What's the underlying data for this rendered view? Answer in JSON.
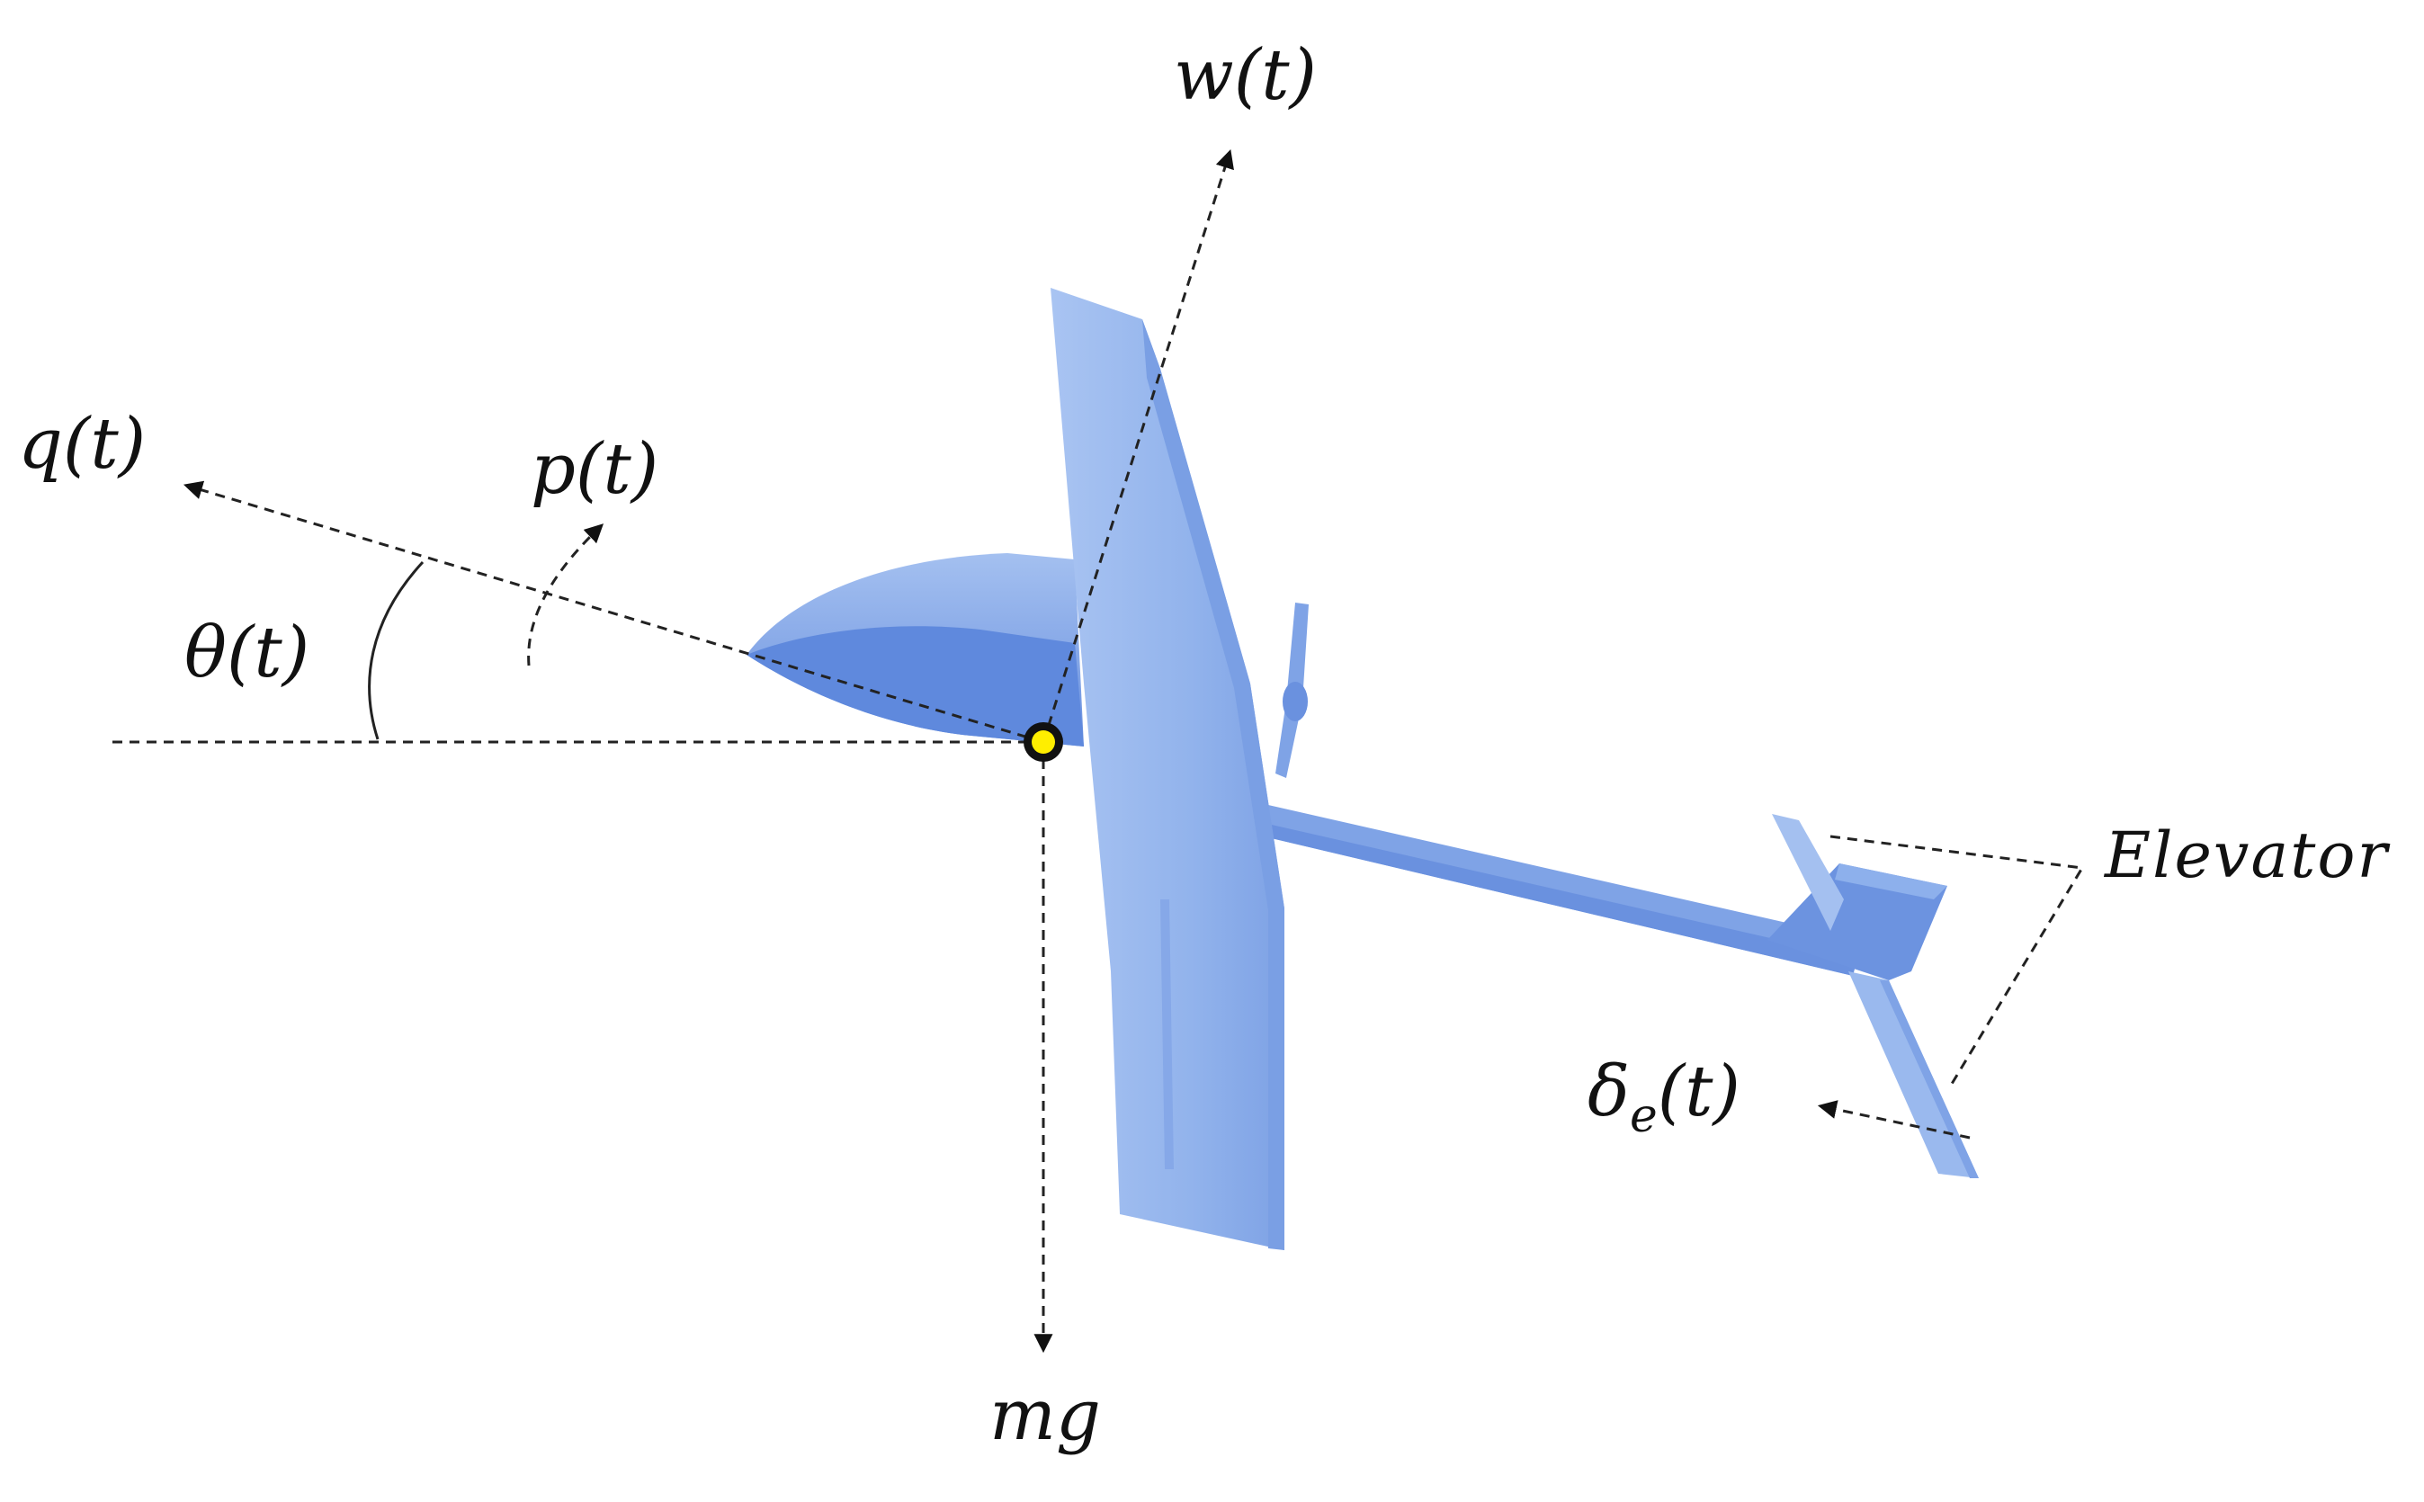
{
  "labels": {
    "w": "w(t)",
    "q": "q(t)",
    "p": "p(t)",
    "theta": "θ(t)",
    "mg": "mg",
    "elevator": "Elevator",
    "delta_main": "δ",
    "delta_sub": "e",
    "delta_rest": "(t)"
  },
  "colors": {
    "aircraft_light": "#9ab9ee",
    "aircraft_mid": "#7fa3e6",
    "aircraft_dark": "#5f89dd",
    "cg_marker": "#ffee00",
    "lines": "#222222"
  }
}
